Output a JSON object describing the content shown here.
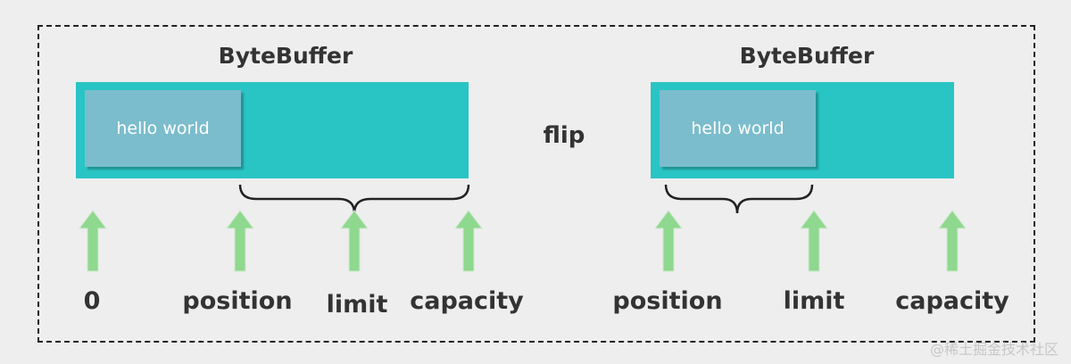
{
  "colors": {
    "buffer": "#29c4c4",
    "data_block": "#7bbdcc",
    "arrow": "#8fd88f",
    "text": "#333333"
  },
  "before": {
    "title": "ByteBuffer",
    "content": "hello world",
    "markers": [
      "0",
      "position",
      "limit",
      "capacity"
    ]
  },
  "operation": "flip",
  "after": {
    "title": "ByteBuffer",
    "content": "hello world",
    "markers": [
      "position",
      "limit",
      "capacity"
    ]
  },
  "watermark": "@稀土掘金技术社区"
}
